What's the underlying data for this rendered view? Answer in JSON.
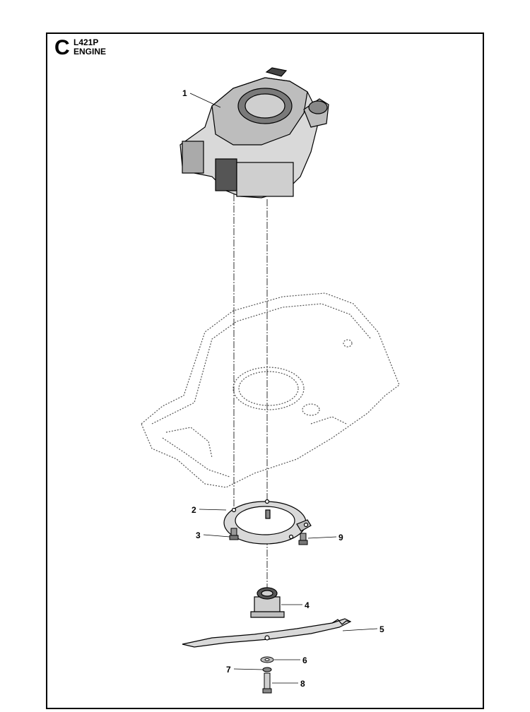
{
  "header": {
    "section_letter": "C",
    "model": "L421P",
    "title": "ENGINE"
  },
  "callouts": [
    "1",
    "2",
    "3",
    "4",
    "5",
    "6",
    "7",
    "8",
    "9"
  ],
  "colors": {
    "line": "#000000",
    "part_fill": "#d9d9d9",
    "background": "#ffffff"
  }
}
